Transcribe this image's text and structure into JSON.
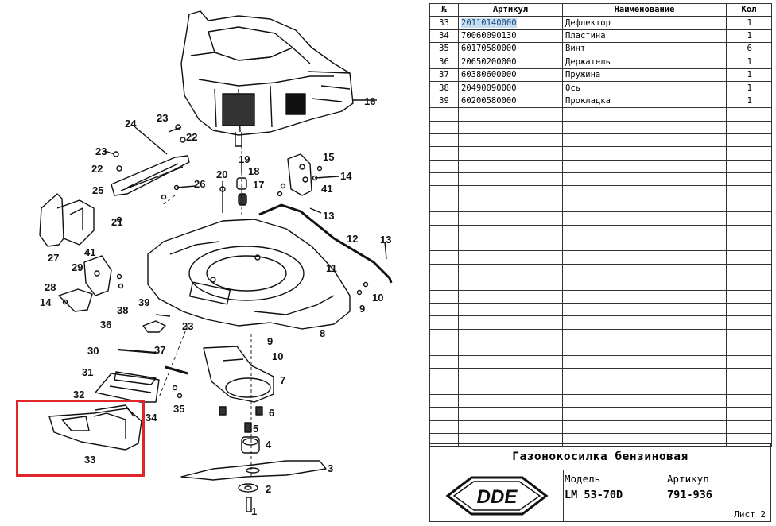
{
  "table": {
    "headers": {
      "num": "№",
      "article": "Артикул",
      "name": "Наименование",
      "qty": "Кол"
    },
    "rows": [
      {
        "num": "33",
        "article": "20110140000",
        "name": "Дефлектор",
        "qty": "1"
      },
      {
        "num": "34",
        "article": "70060090130",
        "name": "Пластина",
        "qty": "1"
      },
      {
        "num": "35",
        "article": "60170580000",
        "name": "Винт",
        "qty": "6"
      },
      {
        "num": "36",
        "article": "20650200000",
        "name": "Держатель",
        "qty": "1"
      },
      {
        "num": "37",
        "article": "60380600000",
        "name": "Пружина",
        "qty": "1"
      },
      {
        "num": "38",
        "article": "20490090000",
        "name": "Ось",
        "qty": "1"
      },
      {
        "num": "39",
        "article": "60200580000",
        "name": "Прокладка",
        "qty": "1"
      }
    ],
    "selected_article": "20110140000"
  },
  "title_block": {
    "title": "Газонокосилка бензиновая",
    "logo_text": "DDE",
    "model_label": "Модель",
    "model_value": "LM 53-70D",
    "article_label": "Артикул",
    "article_value": "791-936",
    "sheet": "Лист 2"
  },
  "callouts": [
    "16",
    "24",
    "23",
    "22",
    "23",
    "22",
    "25",
    "26",
    "21",
    "20",
    "19",
    "18",
    "17",
    "15",
    "14",
    "41",
    "13",
    "12",
    "13",
    "27",
    "41",
    "29",
    "11",
    "28",
    "14",
    "9",
    "10",
    "39",
    "38",
    "36",
    "23",
    "8",
    "30",
    "37",
    "9",
    "10",
    "31",
    "7",
    "32",
    "34",
    "35",
    "6",
    "5",
    "4",
    "3",
    "2",
    "1",
    "33"
  ],
  "colors": {
    "highlight_box": "#e0262b",
    "selection_bg": "#c7ddf0"
  }
}
